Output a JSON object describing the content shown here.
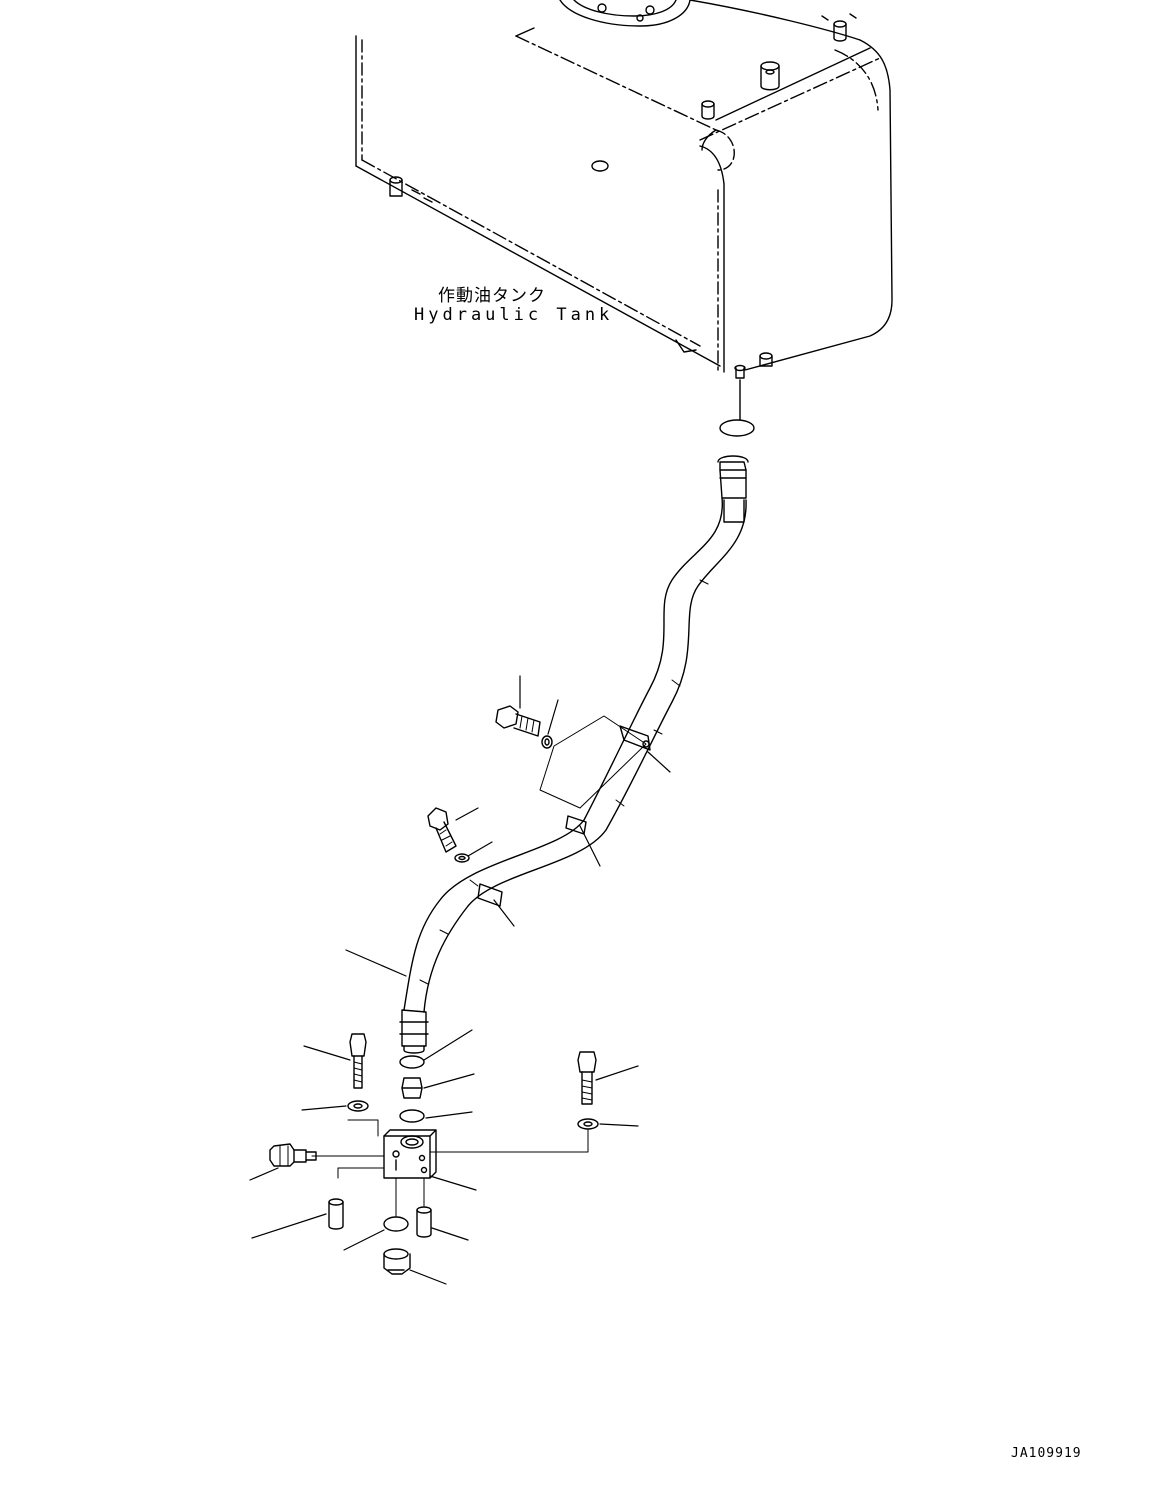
{
  "labels": {
    "tank_jp": "作動油タンク",
    "tank_en": "Hydraulic Tank",
    "drawing_id": "JA109919"
  }
}
